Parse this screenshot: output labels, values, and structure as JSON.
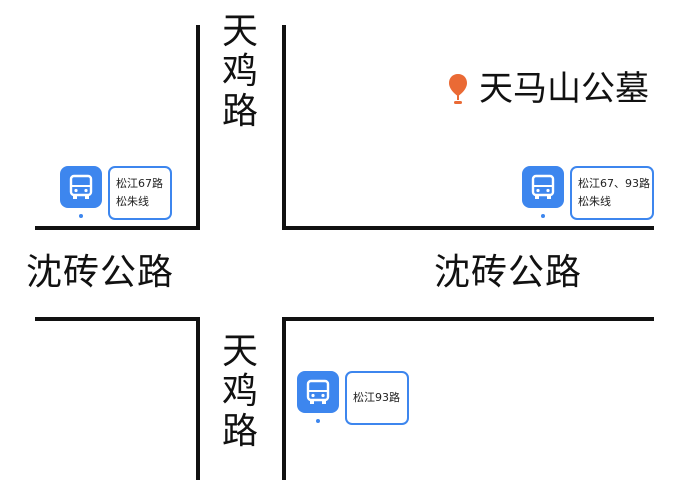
{
  "colors": {
    "road": "#111111",
    "bus_stop": "#3d86ee",
    "destination_pin": "#ea6a35"
  },
  "streets": {
    "horizontal": {
      "left": "沈砖公路",
      "right": "沈砖公路"
    },
    "vertical": {
      "top": [
        "天",
        "鸡",
        "路"
      ],
      "bottom": [
        "天",
        "鸡",
        "路"
      ]
    }
  },
  "destination": {
    "icon": "map-pin-icon",
    "name": "天马山公墓"
  },
  "bus_stops": [
    {
      "icon": "bus-icon",
      "lines": [
        "松江67路",
        "松朱线"
      ]
    },
    {
      "icon": "bus-icon",
      "lines": [
        "松江67、93路",
        "松朱线"
      ]
    },
    {
      "icon": "bus-icon",
      "lines": [
        "松江93路"
      ]
    }
  ]
}
